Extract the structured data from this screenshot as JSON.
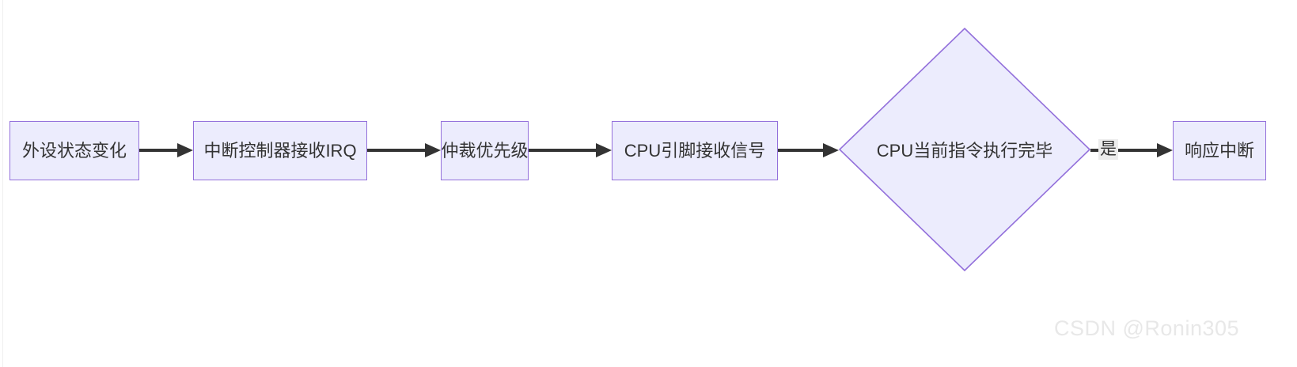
{
  "diagram": {
    "type": "flowchart",
    "orientation": "left-to-right",
    "title": "",
    "theme": {
      "node_fill": "#ececfd",
      "node_border": "#9370db",
      "node_text": "#333333",
      "edge_color": "#333333",
      "edge_label_bg": "#ececec",
      "background": "#ffffff"
    },
    "nodes": [
      {
        "id": "n1",
        "shape": "rect",
        "label": "外设状态变化"
      },
      {
        "id": "n2",
        "shape": "rect",
        "label": "中断控制器接收IRQ"
      },
      {
        "id": "n3",
        "shape": "rect",
        "label": "仲裁优先级"
      },
      {
        "id": "n4",
        "shape": "rect",
        "label": "CPU引脚接收信号"
      },
      {
        "id": "n5",
        "shape": "diamond",
        "label": "CPU当前指令执行完毕"
      },
      {
        "id": "n6",
        "shape": "rect",
        "label": "响应中断"
      }
    ],
    "edges": [
      {
        "from": "n1",
        "to": "n2",
        "label": "",
        "arrow": "filled-triangle"
      },
      {
        "from": "n2",
        "to": "n3",
        "label": "",
        "arrow": "filled-triangle"
      },
      {
        "from": "n3",
        "to": "n4",
        "label": "",
        "arrow": "filled-triangle"
      },
      {
        "from": "n4",
        "to": "n5",
        "label": "",
        "arrow": "filled-triangle"
      },
      {
        "from": "n5",
        "to": "n6",
        "label": "是",
        "arrow": "filled-triangle"
      }
    ]
  },
  "watermark": {
    "text": "CSDN @Ronin305"
  }
}
